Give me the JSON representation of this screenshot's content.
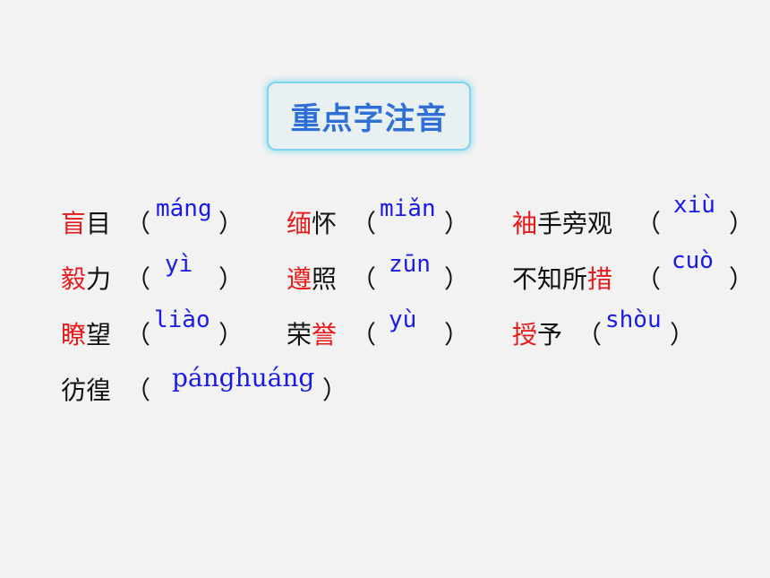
{
  "title": "重点字注音",
  "items": [
    {
      "id": "mangmu",
      "chars": [
        {
          "t": "盲",
          "hl": true
        },
        {
          "t": "目",
          "hl": false
        }
      ],
      "pinyin": "máng"
    },
    {
      "id": "mianhuai",
      "chars": [
        {
          "t": "缅",
          "hl": true
        },
        {
          "t": "怀",
          "hl": false
        }
      ],
      "pinyin": "miǎn"
    },
    {
      "id": "xiushou",
      "chars": [
        {
          "t": "袖",
          "hl": true
        },
        {
          "t": "手",
          "hl": false
        },
        {
          "t": "旁",
          "hl": false
        },
        {
          "t": "观",
          "hl": false
        }
      ],
      "pinyin": "xiù"
    },
    {
      "id": "yili",
      "chars": [
        {
          "t": "毅",
          "hl": true
        },
        {
          "t": "力",
          "hl": false
        }
      ],
      "pinyin": "yì"
    },
    {
      "id": "zunzhao",
      "chars": [
        {
          "t": "遵",
          "hl": true
        },
        {
          "t": "照",
          "hl": false
        }
      ],
      "pinyin": "zūn"
    },
    {
      "id": "buzhisuocuo",
      "chars": [
        {
          "t": "不",
          "hl": false
        },
        {
          "t": "知",
          "hl": false
        },
        {
          "t": "所",
          "hl": false
        },
        {
          "t": "措",
          "hl": true
        }
      ],
      "pinyin": "cuò"
    },
    {
      "id": "liaowang",
      "chars": [
        {
          "t": "瞭",
          "hl": true
        },
        {
          "t": "望",
          "hl": false
        }
      ],
      "pinyin": "liào"
    },
    {
      "id": "rongyu",
      "chars": [
        {
          "t": "荣",
          "hl": false
        },
        {
          "t": "誉",
          "hl": true
        }
      ],
      "pinyin": "yù"
    },
    {
      "id": "shouyu",
      "chars": [
        {
          "t": "授",
          "hl": true
        },
        {
          "t": "予",
          "hl": false
        }
      ],
      "pinyin": "shòu"
    },
    {
      "id": "panghuang",
      "chars": [
        {
          "t": "彷",
          "hl": false
        },
        {
          "t": "徨",
          "hl": false
        }
      ],
      "pinyin": "pánghuáng"
    }
  ],
  "paren_open": "（",
  "paren_close": "）"
}
